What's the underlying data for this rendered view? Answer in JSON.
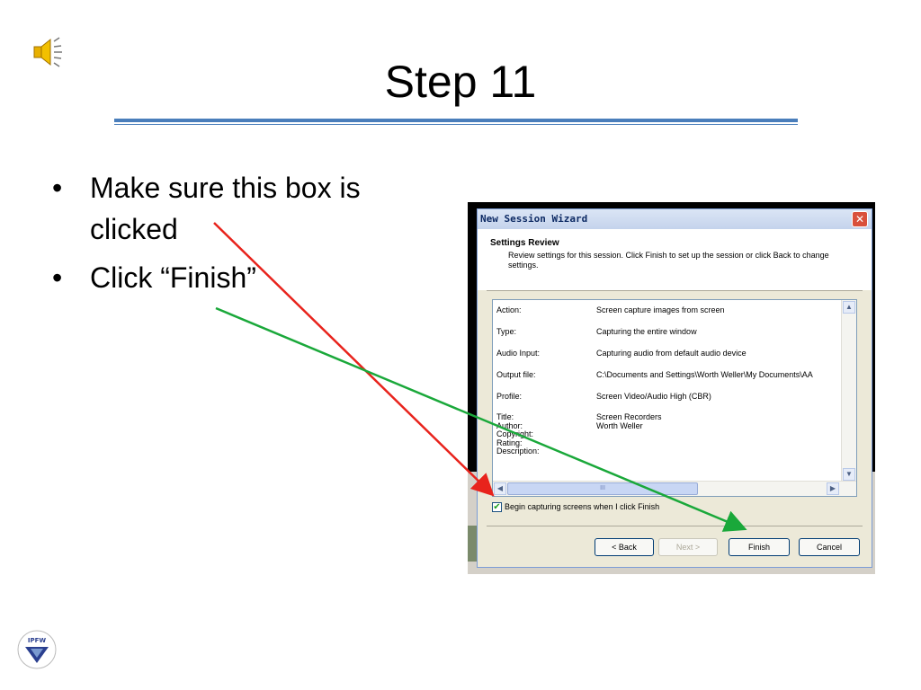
{
  "slide": {
    "title": "Step 11",
    "bullets": [
      "Make sure this box is clicked",
      "Click “Finish”"
    ],
    "logo_text": "IPFW"
  },
  "wizard": {
    "window_title": "New Session Wizard",
    "section_title": "Settings Review",
    "section_description": "Review settings for this session. Click Finish to set up the session or click Back to change settings.",
    "settings": [
      {
        "label": "Action:",
        "value": "Screen capture images from screen"
      },
      {
        "label": "Type:",
        "value": "Capturing the entire window"
      },
      {
        "label": "Audio Input:",
        "value": "Capturing audio from default audio device"
      },
      {
        "label": "Output file:",
        "value": "C:\\Documents and Settings\\Worth Weller\\My Documents\\AA"
      },
      {
        "label": "Profile:",
        "value": "Screen Video/Audio High (CBR)"
      }
    ],
    "details": {
      "labels": [
        "Title:",
        "Author:",
        "Copyright:",
        "Rating:",
        "Description:"
      ],
      "values": [
        "Screen Recorders",
        "Worth Weller"
      ]
    },
    "checkbox_label": "Begin capturing screens when I click Finish",
    "checkbox_checked": true,
    "scroll_grip": "III",
    "buttons": {
      "back": "< Back",
      "next": "Next >",
      "finish": "Finish",
      "cancel": "Cancel"
    }
  },
  "colors": {
    "title_rule": "#4a7ebb",
    "arrow_checkbox": "#e8231c",
    "arrow_finish": "#1aa83a"
  }
}
